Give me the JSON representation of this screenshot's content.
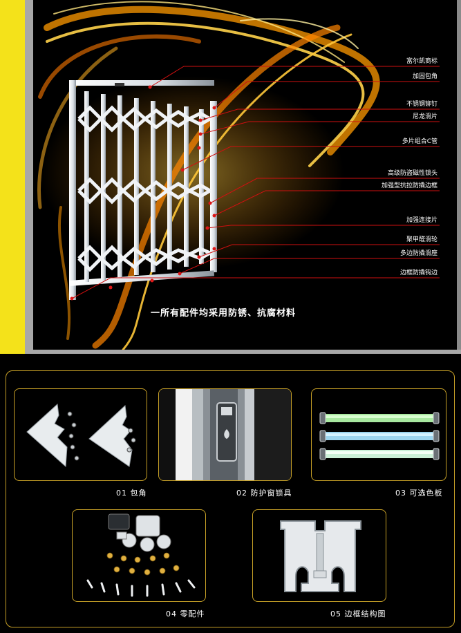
{
  "callouts": [
    {
      "label": "富尔凯商标"
    },
    {
      "label": "加固包角"
    },
    {
      "label": "不锈钢铆钉"
    },
    {
      "label": "尼龙滑片"
    },
    {
      "label": "多片组合C管"
    },
    {
      "label": "高级防盗磁性锁头"
    },
    {
      "label": "加强型抗拉防撬边框"
    },
    {
      "label": "加强连接片"
    },
    {
      "label": "聚甲醛滑轮"
    },
    {
      "label": "多边防撬滑座"
    },
    {
      "label": "边框防撬钩边"
    }
  ],
  "tagline": "一所有配件均采用防锈、抗腐材料",
  "panels": [
    {
      "caption": "01  包角",
      "icon": "corner-bracket-icon"
    },
    {
      "caption": "02  防护窗锁具",
      "icon": "lock-icon"
    },
    {
      "caption": "03  可选色板",
      "icon": "color-panel-icon"
    },
    {
      "caption": "04   零配件",
      "icon": "parts-icon"
    },
    {
      "caption": "05   边框结构图",
      "icon": "frame-profile-icon"
    }
  ],
  "colors": {
    "accent_yellow": "#f4e21a",
    "border_gold": "#c9a227",
    "callout_red": "#d01010",
    "light_orange": "#ffb000"
  }
}
